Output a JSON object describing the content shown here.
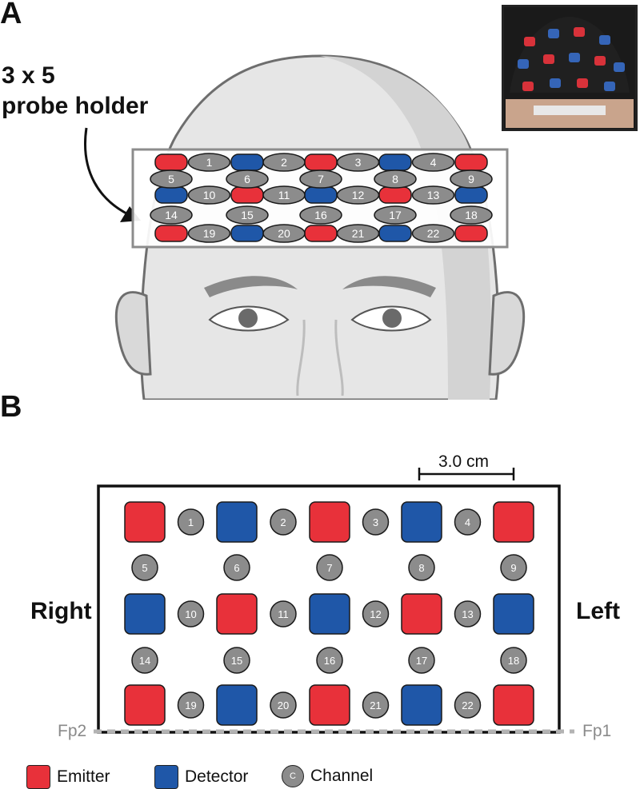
{
  "panel_a": {
    "letter": "A",
    "holder_label_line1": "3 x 5",
    "holder_label_line2": "probe holder"
  },
  "panel_b": {
    "letter": "B",
    "scale_label": "3.0 cm",
    "right_label": "Right",
    "left_label": "Left",
    "fp2_label": "Fp2",
    "fp1_label": "Fp1"
  },
  "legend": {
    "emitter": "Emitter",
    "detector": "Detector",
    "channel": "Channel",
    "channel_symbol": "C"
  },
  "colors": {
    "emitter": "#e8313a",
    "detector": "#1f57a8",
    "channel": "#8c8c8c",
    "head": "#e6e6e6"
  },
  "layout": {
    "optode_rows": [
      [
        "E",
        "D",
        "E",
        "D",
        "E"
      ],
      [
        "D",
        "E",
        "D",
        "E",
        "D"
      ],
      [
        "E",
        "D",
        "E",
        "D",
        "E"
      ]
    ],
    "channels_between": [
      [
        "1",
        "2",
        "3",
        "4"
      ],
      [
        "10",
        "11",
        "12",
        "13"
      ],
      [
        "19",
        "20",
        "21",
        "22"
      ]
    ],
    "channels_vertical": [
      [
        "5",
        "6",
        "7",
        "8",
        "9"
      ],
      [
        "14",
        "15",
        "16",
        "17",
        "18"
      ]
    ]
  }
}
